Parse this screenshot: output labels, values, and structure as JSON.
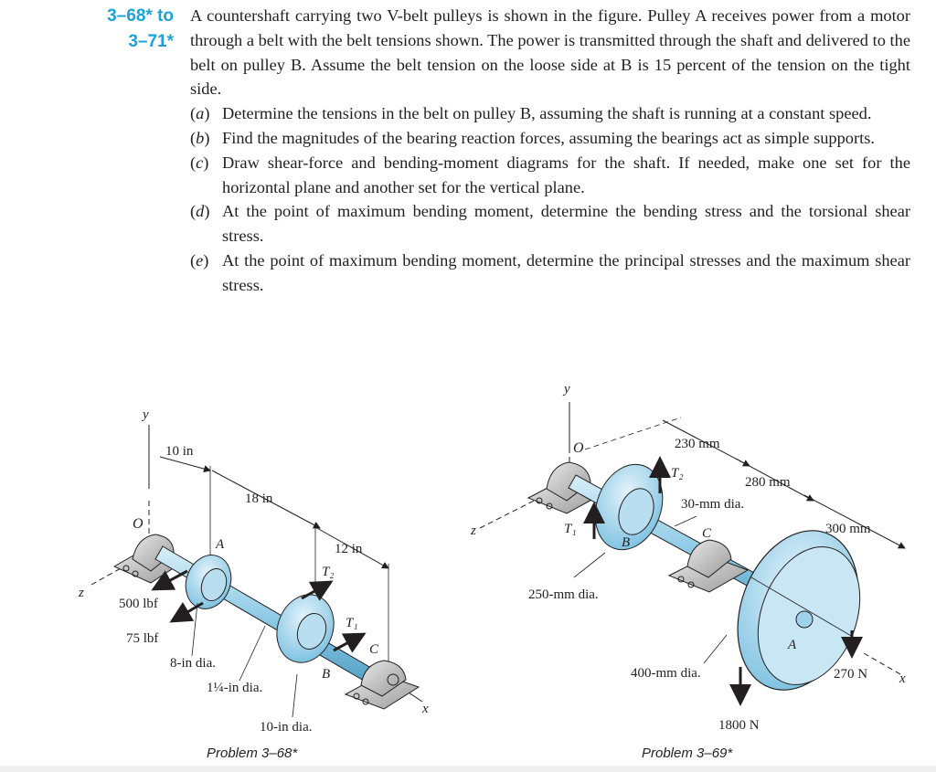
{
  "problem": {
    "number_line1": "3–68* to",
    "number_line2": "3–71*",
    "intro": "A countershaft carrying two V-belt pulleys is shown in the figure. Pulley A receives power from a motor through a belt with the belt tensions shown. The power is transmitted through the shaft and delivered to the belt on pulley B. Assume the belt tension on the loose side at B is 15 percent of the tension on the tight side.",
    "parts": [
      {
        "label": "a",
        "text": "Determine the tensions in the belt on pulley B, assuming the shaft is running at a constant speed."
      },
      {
        "label": "b",
        "text": "Find the magnitudes of the bearing reaction forces, assuming the bearings act as simple supports."
      },
      {
        "label": "c",
        "text": "Draw shear-force and bending-moment diagrams for the shaft. If needed, make one set for the horizontal plane and another set for the vertical plane."
      },
      {
        "label": "d",
        "text": "At the point of maximum bending moment, determine the bending stress and the torsional shear stress."
      },
      {
        "label": "e",
        "text": "At the point of maximum bending moment, determine the principal stresses and the maximum shear stress."
      }
    ]
  },
  "figure_368": {
    "caption": "Problem 3–68*",
    "labels": {
      "y": "y",
      "o": "O",
      "z": "z",
      "x": "x",
      "a": "A",
      "b": "B",
      "c": "C",
      "t2": "T₂",
      "t1": "T₁",
      "dim_10in": "10 in",
      "dim_18in": "18 in",
      "dim_12in": "12 in",
      "force_500": "500 lbf",
      "force_75": "75 lbf",
      "dia_8": "8-in dia.",
      "dia_114": "1¼-in dia.",
      "dia_10": "10-in dia."
    }
  },
  "figure_369": {
    "caption": "Problem 3–69*",
    "labels": {
      "y": "y",
      "o": "O",
      "z": "z",
      "x": "x",
      "a": "A",
      "b": "B",
      "c": "C",
      "t2": "T₂",
      "t1": "T₁",
      "dim_230": "230 mm",
      "dim_280": "280 mm",
      "dim_300": "300 mm",
      "dia_30": "30-mm dia.",
      "dia_250": "250-mm dia.",
      "dia_400": "400-mm dia.",
      "force_1800": "1800 N",
      "force_270": "270 N"
    }
  }
}
